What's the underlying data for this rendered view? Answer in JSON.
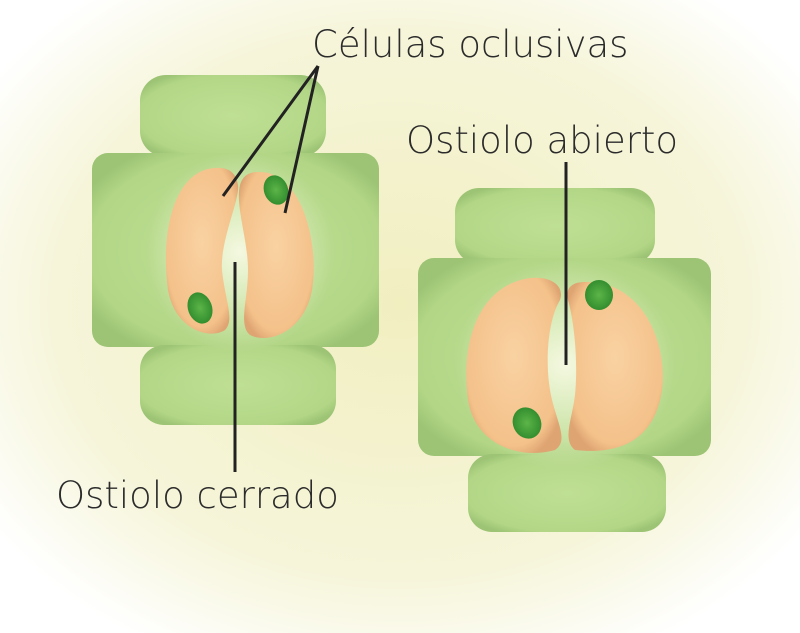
{
  "labels": {
    "guard_cells": "Células oclusivas",
    "open_pore": "Ostiolo abierto",
    "closed_pore": "Ostiolo cerrado"
  },
  "colors": {
    "background_center": "#f2f0c4",
    "epidermal_cell": "#b5d98a",
    "guard_cell": "#f6c890",
    "chloroplast": "#3f9a3a",
    "line": "#222222"
  }
}
